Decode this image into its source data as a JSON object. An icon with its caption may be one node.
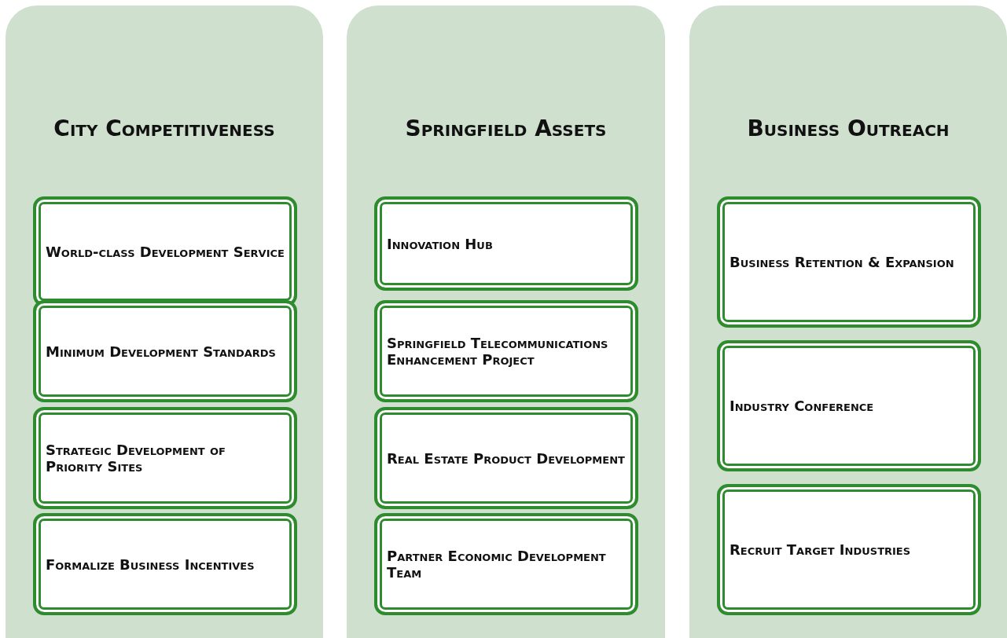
{
  "diagram": {
    "nodes": [
      {
        "text": [
          "City Competitiveness"
        ]
      },
      {
        "text": [
          "World-class Development Service"
        ],
        "in": 0
      },
      {
        "text": [
          "Minimum Development Standards"
        ],
        "in": 0
      },
      {
        "text": [
          "Strategic Development of Priority Sites"
        ],
        "in": 0
      },
      {
        "text": [
          "Formalize Business Incentives"
        ],
        "in": 0
      },
      {
        "text": [
          "Springfield Assets"
        ]
      },
      {
        "text": [
          "Innovation Hub"
        ],
        "in": 5
      },
      {
        "text": [
          "Springfield Telecommunications Enhancement Project"
        ],
        "in": 5
      },
      {
        "text": [
          "Real Estate Product Development"
        ],
        "in": 5
      },
      {
        "text": [
          "Partner Economic Development Team"
        ],
        "in": 5
      },
      {
        "text": [
          "Business Outreach"
        ]
      },
      {
        "text": [
          "Business Retention & Expansion"
        ],
        "in": 10
      },
      {
        "text": [
          "Industry Conference"
        ],
        "in": 10
      },
      {
        "text": [
          "Recruit Target Industries"
        ],
        "in": 10
      }
    ]
  }
}
